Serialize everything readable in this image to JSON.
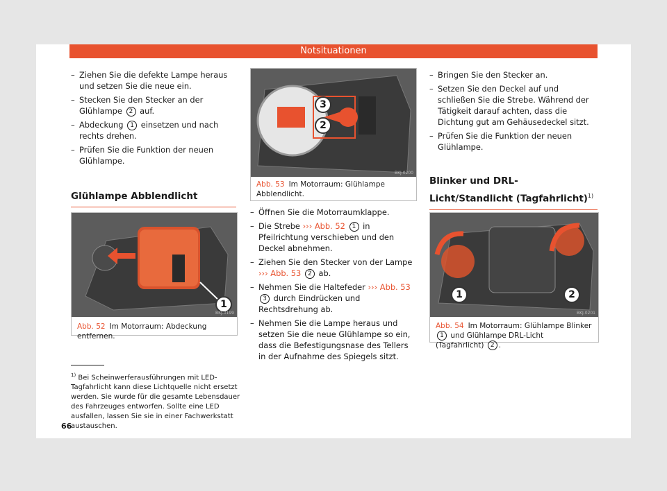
{
  "header": {
    "title": "Notsituationen"
  },
  "col1": {
    "steps": [
      {
        "text": "Ziehen Sie die defekte Lampe heraus und setzen Sie die neue ein."
      },
      {
        "text_before": "Stecken Sie den Stecker an der Glühlampe",
        "num": "2",
        "text_after": "auf."
      },
      {
        "text_before": "Abdeckung",
        "num": "1",
        "text_after": "einsetzen und nach rechts drehen."
      },
      {
        "text": "Prüfen Sie die Funktion der neuen Glühlampe."
      }
    ],
    "heading": "Glühlampe Abblendlicht",
    "figure": {
      "code": "BKJ-0199",
      "callout": "1",
      "label": "Abb. 52",
      "caption": "Im Motorraum: Abdeckung entfernen."
    }
  },
  "col2": {
    "figure": {
      "code": "BKJ-0200",
      "callout1": "3",
      "callout2": "2",
      "label": "Abb. 53",
      "caption": "Im Motorraum: Glühlampe Abblendlicht."
    },
    "steps": [
      {
        "text": "Öffnen Sie die Motorraumklappe."
      },
      {
        "text_before": "Die Strebe",
        "arrows": "›››",
        "ref": "Abb. 52",
        "num": "1",
        "text_after": "in Pfeilrichtung verschieben und den Deckel abnehmen."
      },
      {
        "text_before": "Ziehen Sie den Stecker von der Lampe",
        "arrows": "›››",
        "ref": "Abb. 53",
        "num": "2",
        "text_after": "ab."
      },
      {
        "text_before": "Nehmen Sie die Haltefeder",
        "arrows": "›››",
        "ref": "Abb. 53",
        "num": "3",
        "text_after": "durch Eindrücken und Rechtsdrehung ab."
      },
      {
        "text": "Nehmen Sie die Lampe heraus und setzen Sie die neue Glühlampe so ein, dass die Befestigungsnase des Tellers in der Aufnahme des Spiegels sitzt."
      }
    ]
  },
  "col3": {
    "steps": [
      {
        "text": "Bringen Sie den Stecker an."
      },
      {
        "text": "Setzen Sie den Deckel auf und schließen Sie die Strebe. Während der Tätigkeit darauf achten, dass die Dichtung gut am Gehäusedeckel sitzt."
      },
      {
        "text": "Prüfen Sie die Funktion der neuen Glühlampe."
      }
    ],
    "heading": "Blinker und DRL-Licht/Standlicht (Tagfahrlicht)",
    "heading_sup": "1)",
    "figure": {
      "code": "BKJ-0201",
      "callout1": "1",
      "callout2": "2",
      "label": "Abb. 54",
      "caption_before": "Im Motorraum: Glühlampe Blinker",
      "num1": "1",
      "caption_mid": "und Glühlampe DRL-Licht (Tagfahrlicht)",
      "num2": "2",
      "caption_after": "."
    }
  },
  "footnote": {
    "marker": "1)",
    "text": "Bei Scheinwerferausführungen mit LED-Tagfahrlicht kann diese Lichtquelle nicht ersetzt werden. Sie wurde für die gesamte Lebensdauer des Fahrzeuges entworfen. Sollte eine LED ausfallen, lassen Sie sie in einer Fachwerkstatt austauschen."
  },
  "page_number": "66",
  "colors": {
    "accent": "#e8522f",
    "figure_bg": "#5a5a5a"
  }
}
